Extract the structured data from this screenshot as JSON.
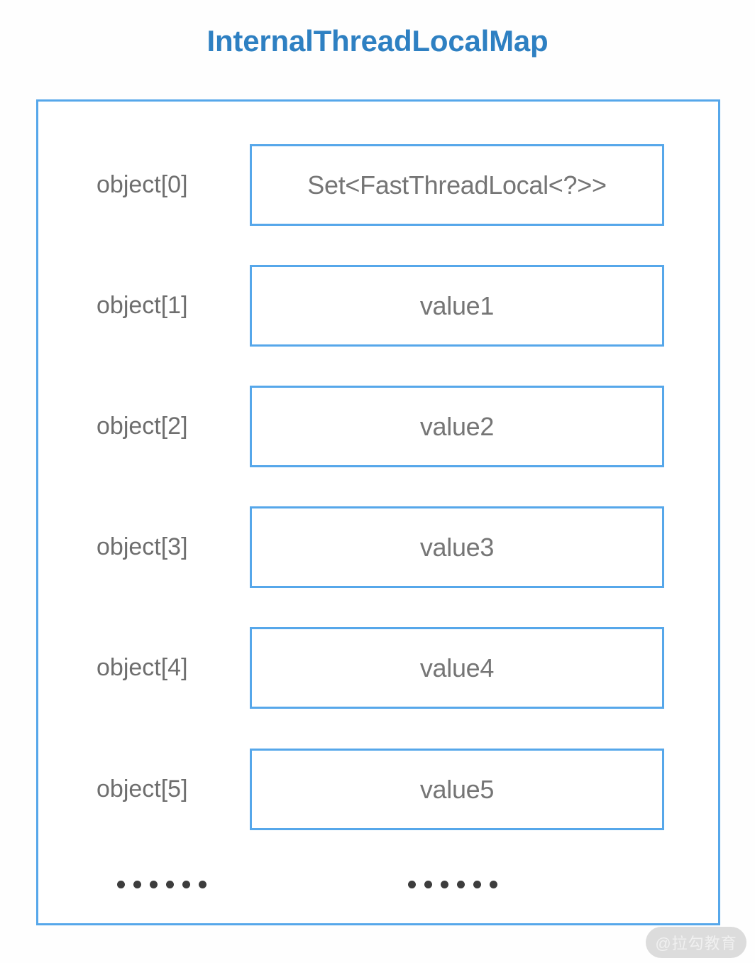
{
  "diagram": {
    "title": "InternalThreadLocalMap",
    "type": "array-slot-diagram",
    "colors": {
      "title_blue": "#2e80c2",
      "border_blue": "#56a7ea",
      "label_gray": "#6e6e6e",
      "value_gray": "#757575",
      "dot_gray": "#3d3d3d",
      "background": "#fefefe"
    },
    "slots": [
      {
        "label": "object[0]",
        "value": "Set<FastThreadLocal<?>>"
      },
      {
        "label": "object[1]",
        "value": "value1"
      },
      {
        "label": "object[2]",
        "value": "value2"
      },
      {
        "label": "object[3]",
        "value": "value3"
      },
      {
        "label": "object[4]",
        "value": "value4"
      },
      {
        "label": "object[5]",
        "value": "value5"
      }
    ],
    "ellipsis": {
      "dot_count": 6,
      "left_label": "......",
      "right_label": "......"
    }
  },
  "watermark": {
    "text": "@拉勾教育"
  }
}
